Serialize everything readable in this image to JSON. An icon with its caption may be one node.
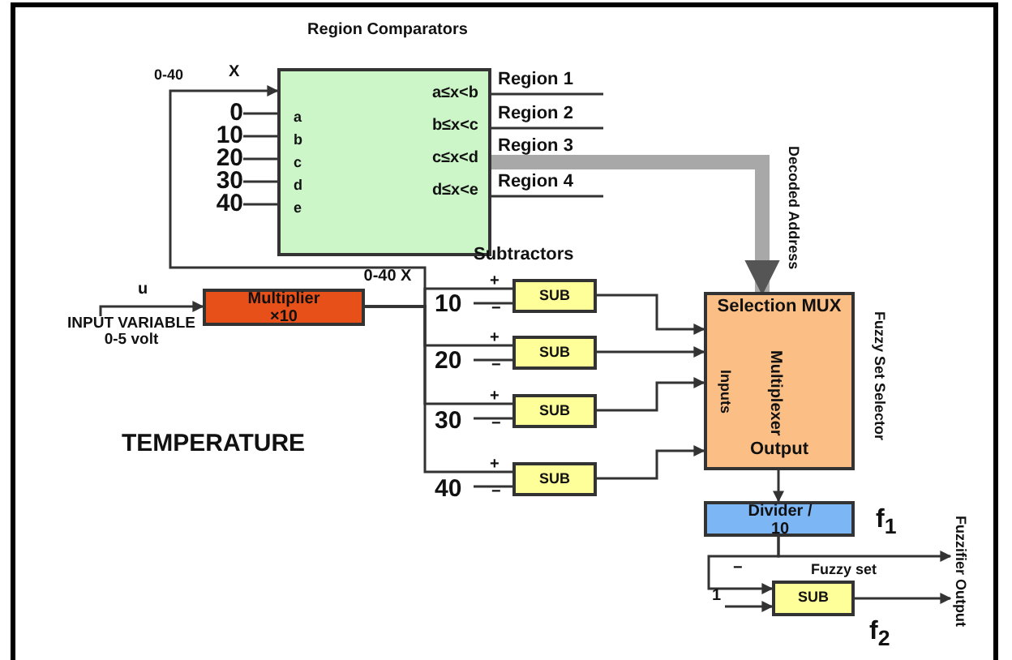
{
  "diagram": {
    "nodes": [
      {
        "text": [
          "Region Comparators",
          "a",
          "b",
          "c",
          "d",
          "e",
          "a≤x<b",
          "b≤x<c",
          "c≤x<d",
          "d≤x<e"
        ]
      },
      {
        "text": [
          "Multiplier ×10"
        ]
      },
      {
        "text": [
          "SUB"
        ],
        "beside": [
          "+",
          "−"
        ]
      },
      {
        "text": [
          "SUB"
        ],
        "beside": [
          "+",
          "−"
        ]
      },
      {
        "text": [
          "SUB"
        ],
        "beside": [
          "+",
          "−"
        ]
      },
      {
        "text": [
          "SUB"
        ],
        "beside": [
          "+",
          "−"
        ]
      },
      {
        "text": [
          "Selection MUX",
          "Multiplexer",
          "Inputs",
          "Output"
        ],
        "beside": [
          "Fuzzy Set Selector"
        ]
      },
      {
        "text": [
          "Divider / 10"
        ],
        "beside": [
          "f$_{1}$"
        ]
      },
      {
        "text": [
          "SUB"
        ],
        "beside": [
          "f$_{2}$"
        ]
      },
      {
        "text": [
          "INPUT VARIABLE 0-5 volt"
        ]
      },
      {
        "text": [
          "0"
        ]
      },
      {
        "text": [
          "10"
        ]
      },
      {
        "text": [
          "20"
        ]
      },
      {
        "text": [
          "30"
        ]
      },
      {
        "text": [
          "40"
        ]
      },
      {
        "text": [
          "10"
        ]
      },
      {
        "text": [
          "20"
        ]
      },
      {
        "text": [
          "30"
        ]
      },
      {
        "text": [
          "40"
        ]
      },
      {
        "text": [
          "1"
        ]
      },
      {
        "text": [
          "Fuzzifier Output"
        ]
      }
    ],
    "edges": [
      {
        "from": 9,
        "to": 1,
        "arrow": "to"
      },
      {
        "from": 1,
        "to": 0,
        "arrow": "to"
      },
      {
        "from": 1,
        "to": 2,
        "arrow": "none"
      },
      {
        "from": 1,
        "to": 3,
        "arrow": "none"
      },
      {
        "from": 1,
        "to": 4,
        "arrow": "none"
      },
      {
        "from": 1,
        "to": 5,
        "arrow": "none"
      },
      {
        "from": 2,
        "to": 6,
        "arrow": "to"
      },
      {
        "from": 3,
        "to": 6,
        "arrow": "to"
      },
      {
        "from": 4,
        "to": 6,
        "arrow": "to"
      },
      {
        "from": 5,
        "to": 6,
        "arrow": "to"
      },
      {
        "from": 0,
        "to": 6,
        "arrow": "to",
        "label": "Decoded Address",
        "style": "thick",
        "color": "#a8a8a8"
      },
      {
        "from": 6,
        "to": 7,
        "arrow": "to"
      },
      {
        "from": 7,
        "to": 8,
        "arrow": "to"
      },
      {
        "from": 7,
        "to": 20,
        "arrow": "to",
        "label": "Fuzzy set"
      },
      {
        "from": 8,
        "to": 20,
        "arrow": "to"
      },
      {
        "from": 0,
        "to": null,
        "arrow": "none",
        "label": "Region 1"
      },
      {
        "from": 0,
        "to": null,
        "arrow": "none",
        "label": "Region 2"
      },
      {
        "from": 0,
        "to": null,
        "arrow": "none",
        "label": "Region 4"
      },
      {
        "from": 10,
        "to": 0,
        "arrow": "none"
      },
      {
        "from": 11,
        "to": 0,
        "arrow": "none"
      },
      {
        "from": 12,
        "to": 0,
        "arrow": "none"
      },
      {
        "from": 13,
        "to": 0,
        "arrow": "none"
      },
      {
        "from": 14,
        "to": 0,
        "arrow": "none"
      },
      {
        "from": 15,
        "to": 2,
        "arrow": "none"
      },
      {
        "from": 16,
        "to": 3,
        "arrow": "none"
      },
      {
        "from": 17,
        "to": 4,
        "arrow": "none"
      },
      {
        "from": 18,
        "to": 5,
        "arrow": "none"
      },
      {
        "from": 19,
        "to": 8,
        "arrow": "to"
      }
    ],
    "labels": [
      "0-40",
      "X",
      "Region 3",
      "Subtractors",
      "u",
      "0-40 X",
      "TEMPERATURE",
      "−"
    ]
  }
}
